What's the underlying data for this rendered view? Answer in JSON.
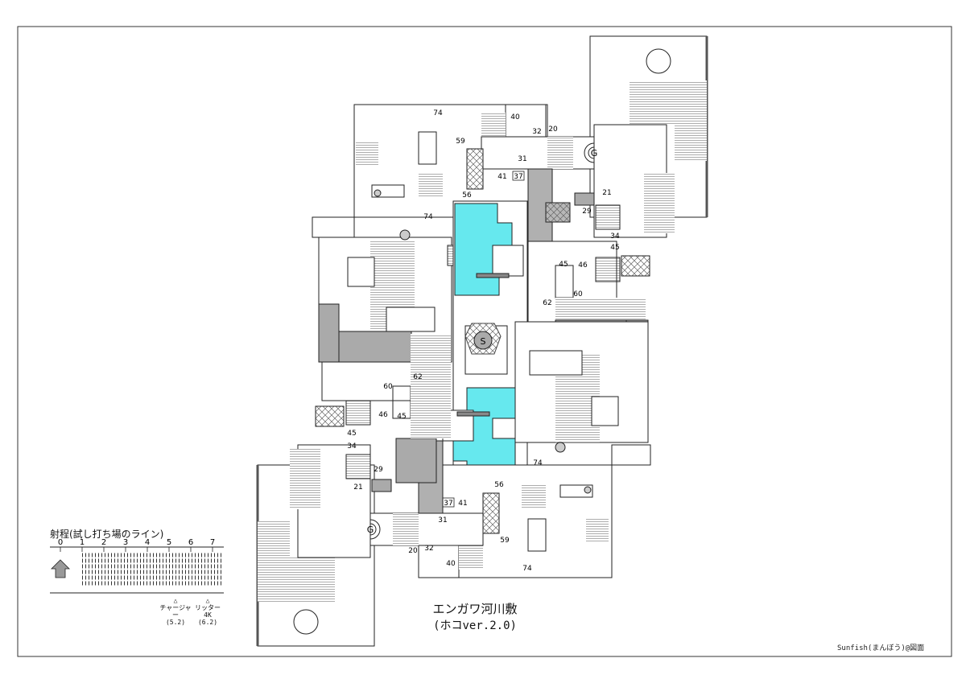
{
  "map": {
    "title": "エンガワ河川敷",
    "subtitle": "(ホコver.2.0)",
    "credit": "Sunfish(まんぼう)@図面",
    "spawn_label": "S",
    "goal_label": "G"
  },
  "range_legend": {
    "title": "射程(試し打ち場のライン)",
    "ticks": [
      "0",
      "1",
      "2",
      "3",
      "4",
      "5",
      "6",
      "7"
    ],
    "weapons": [
      {
        "name": "チャージャー",
        "value": "(5.2)",
        "range": 5.2
      },
      {
        "name": "リッター4K",
        "value": "(6.2)",
        "range": 6.2
      }
    ]
  },
  "height_labels": [
    "74",
    "40",
    "32",
    "20",
    "59",
    "31",
    "41",
    "37",
    "56",
    "74",
    "21",
    "29",
    "34",
    "45",
    "45",
    "46",
    "60",
    "62",
    "62",
    "60",
    "46",
    "45",
    "45",
    "34",
    "29",
    "21",
    "74",
    "56",
    "37",
    "41",
    "31",
    "59",
    "20",
    "32",
    "40",
    "74"
  ],
  "colors": {
    "cyan": "#66e8ee",
    "dark": "#aaaaaa",
    "line": "#222222",
    "hatch": "#888888"
  }
}
